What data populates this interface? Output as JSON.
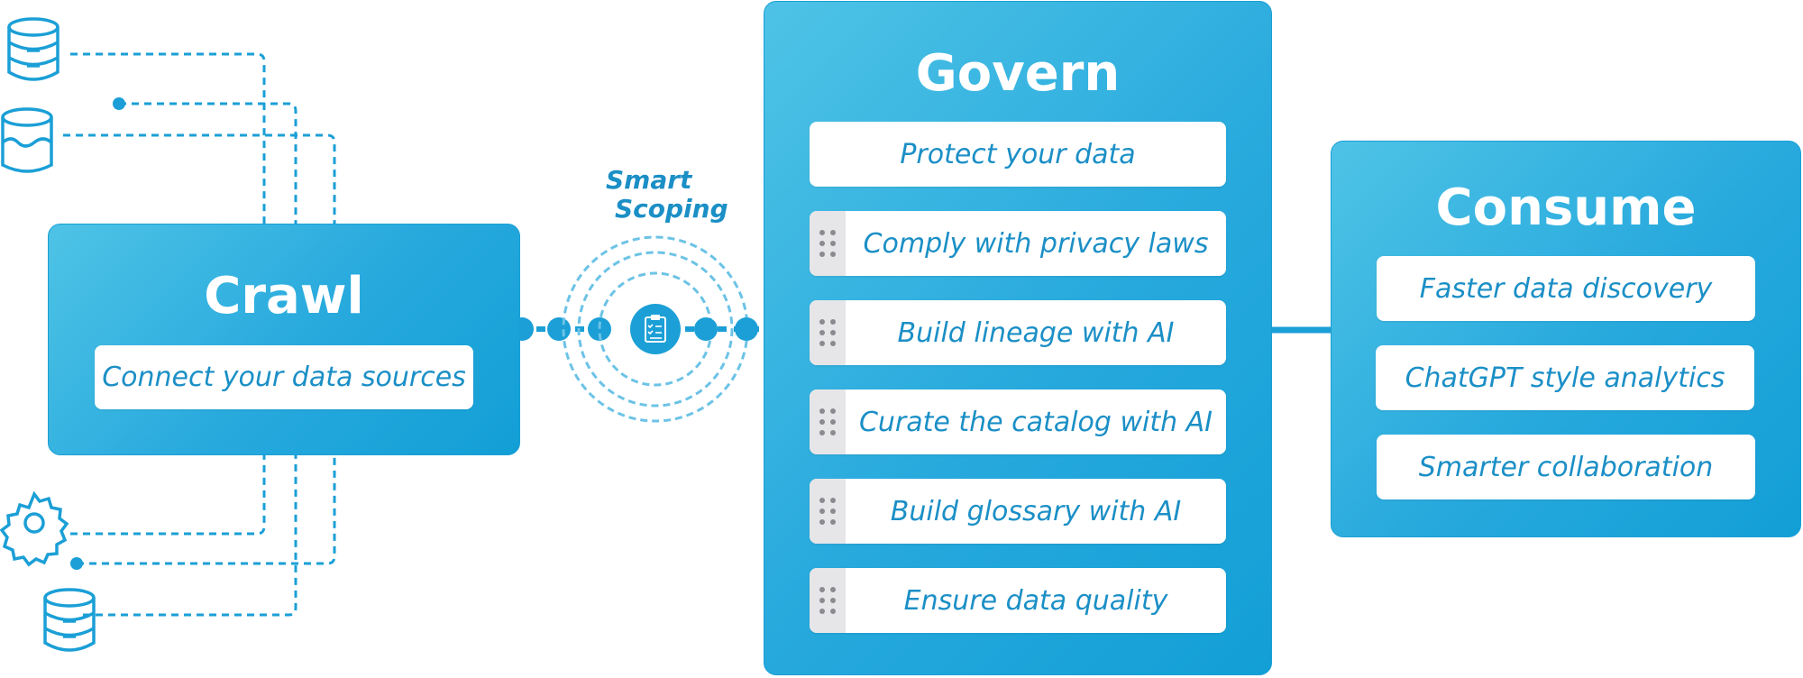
{
  "crawl": {
    "title": "Crawl",
    "item": "Connect your data sources"
  },
  "smart_scoping": {
    "line1": "Smart",
    "line2": "Scoping",
    "icon": "clipboard-checklist-icon"
  },
  "govern": {
    "title": "Govern",
    "items": [
      "Protect your data",
      "Comply with privacy laws",
      "Build lineage with AI",
      "Curate the catalog with AI",
      "Build glossary with AI",
      "Ensure data quality"
    ]
  },
  "consume": {
    "title": "Consume",
    "items": [
      "Faster data discovery",
      "ChatGPT style analytics",
      "Smarter collaboration"
    ]
  },
  "source_icons": [
    "database-icon",
    "data-lake-icon",
    "gear-icon",
    "database-icon"
  ],
  "colors": {
    "accent": "#1b9fd6",
    "panel_light": "#4ec3e6",
    "panel_dark": "#129fd6",
    "text_blue": "#1b8fc6",
    "grip_bg": "#e6e6e9"
  }
}
